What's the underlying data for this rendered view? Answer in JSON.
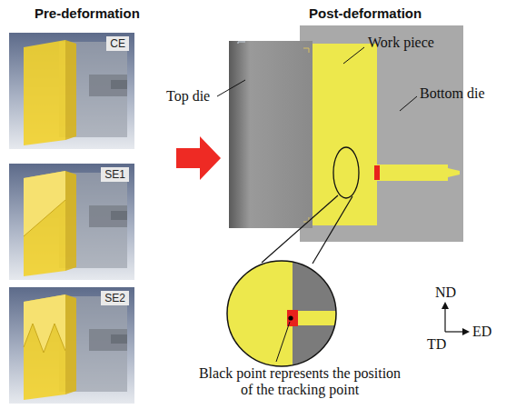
{
  "diagram": {
    "nodes": [
      {
        "text": [
          "CE"
        ]
      },
      {
        "text": [
          "SE1"
        ]
      },
      {
        "text": [
          "SE2"
        ]
      }
    ],
    "labels": [
      "Pre-deformation",
      "Post-deformation",
      "Work piece",
      "Top die",
      "Bottom die",
      "Black point represents the position of the tracking point",
      "ND",
      "ED",
      "TD"
    ]
  }
}
